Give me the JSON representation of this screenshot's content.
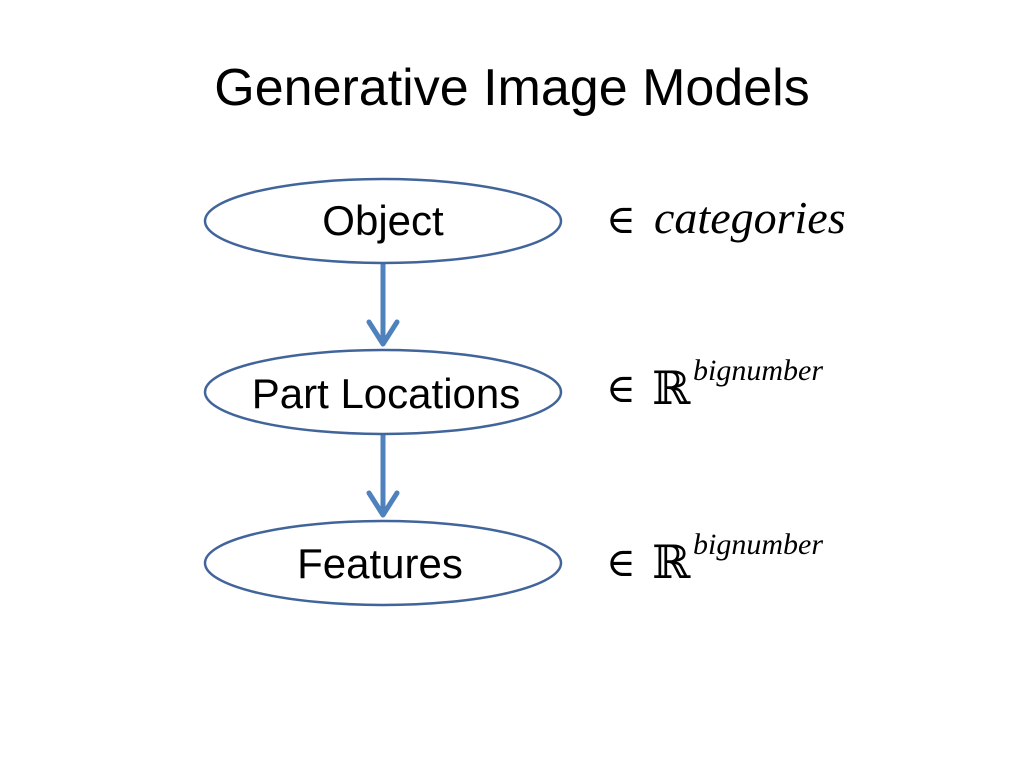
{
  "title": "Generative Image Models",
  "nodes": [
    {
      "label": "Object",
      "annotation": {
        "symbol": "∈",
        "set": "categories",
        "superscript": ""
      }
    },
    {
      "label": "Part Locations",
      "annotation": {
        "symbol": "∈",
        "set": "ℝ",
        "superscript": "bignumber"
      }
    },
    {
      "label": "Features",
      "annotation": {
        "symbol": "∈",
        "set": "ℝ",
        "superscript": "bignumber"
      }
    }
  ],
  "edges": [
    {
      "from": "Object",
      "to": "Part Locations"
    },
    {
      "from": "Part Locations",
      "to": "Features"
    }
  ],
  "colors": {
    "node_stroke": "#41659A",
    "arrow": "#4F81BD",
    "text": "#000000",
    "background": "#FFFFFF"
  }
}
